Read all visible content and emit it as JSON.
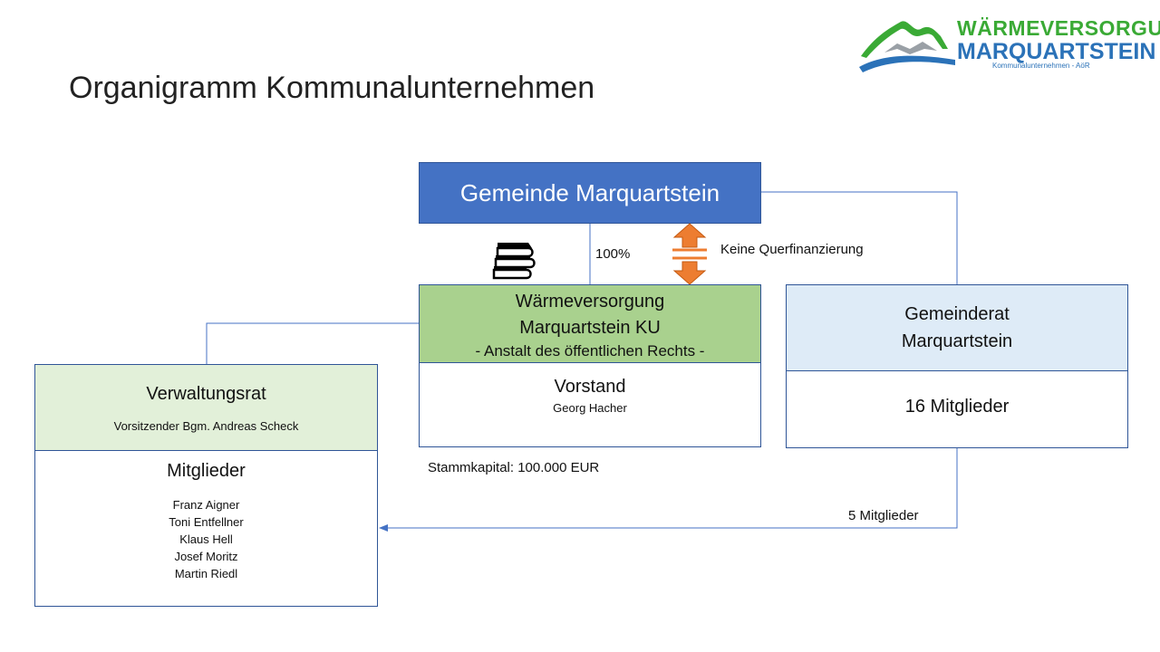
{
  "title": "Organigramm Kommunalunternehmen",
  "logo": {
    "line1": "WÄRMEVERSORGUNG",
    "line2": "MARQUARTSTEIN",
    "line3": "Kommunalunternehmen - AöR",
    "colors": {
      "green": "#3aaa35",
      "blue": "#2b72b8"
    }
  },
  "gemeinde": {
    "label": "Gemeinde Marquartstein",
    "color": "#4472c4"
  },
  "ownership": {
    "percent": "100%"
  },
  "cross_financing": {
    "label": "Keine Querfinanzierung",
    "arrow_color": "#ed7d31"
  },
  "ku": {
    "line1": "Wärmeversorgung",
    "line2": "Marquartstein KU",
    "line3": "- Anstalt des öffentlichen Rechts -",
    "role": "Vorstand",
    "person": "Georg Hacher",
    "capital": "Stammkapital: 100.000 EUR",
    "color": "#a9d18e"
  },
  "gemeinderat": {
    "line1": "Gemeinderat",
    "line2": "Marquartstein",
    "members": "16 Mitglieder",
    "color": "#deebf7"
  },
  "verwaltungsrat": {
    "title": "Verwaltungsrat",
    "chair": "Vorsitzender Bgm. Andreas Scheck",
    "members_heading": "Mitglieder",
    "members": [
      "Franz Aigner",
      "Toni Entfellner",
      "Klaus Hell",
      "Josef Moritz",
      "Martin Riedl"
    ],
    "color": "#e2f0d9"
  },
  "delegation": {
    "label": "5 Mitglieder"
  },
  "icons": {
    "books": "books-icon",
    "arrows": "double-arrow-icon"
  }
}
